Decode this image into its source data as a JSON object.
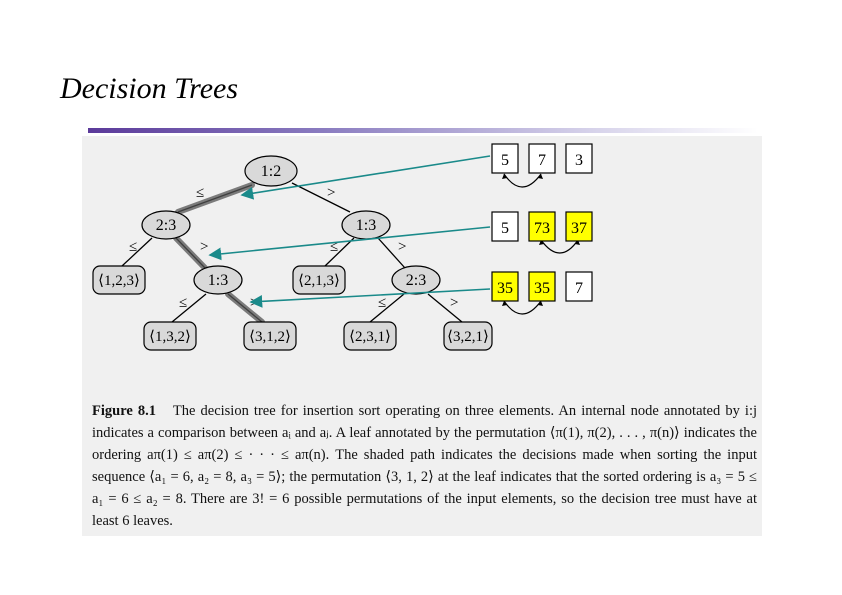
{
  "slide": {
    "title": "Decision Trees"
  },
  "tree": {
    "nodes": [
      {
        "id": "root",
        "label": "1:2"
      },
      {
        "id": "n23a",
        "label": "2:3"
      },
      {
        "id": "n13a",
        "label": "1:3"
      },
      {
        "id": "n13b",
        "label": "1:3"
      },
      {
        "id": "n23b",
        "label": "2:3"
      }
    ],
    "leaves": [
      "⟨1,2,3⟩",
      "⟨2,1,3⟩",
      "⟨1,3,2⟩",
      "⟨3,1,2⟩",
      "⟨2,3,1⟩",
      "⟨3,2,1⟩"
    ],
    "edge_labels": {
      "le": "≤",
      "gt": ">"
    }
  },
  "arrays": [
    {
      "cells": [
        "5",
        "7",
        "3"
      ],
      "highlighted": [
        false,
        false,
        false
      ]
    },
    {
      "cells": [
        "5",
        "73",
        "37"
      ],
      "highlighted": [
        false,
        true,
        true
      ]
    },
    {
      "cells": [
        "35",
        "35",
        "7"
      ],
      "highlighted": [
        true,
        true,
        false
      ]
    }
  ],
  "colors": {
    "highlight": "#ffff00",
    "arrow": "#1a8a8a",
    "node_fill": "#d9d9d9"
  },
  "caption": {
    "label": "Figure 8.1",
    "text": "The decision tree for insertion sort operating on three elements. An internal node annotated by i:j indicates a comparison between aᵢ and aⱼ. A leaf annotated by the permutation ⟨π(1), π(2), . . . , π(n)⟩ indicates the ordering aπ(1) ≤ aπ(2) ≤ · · · ≤ aπ(n). The shaded path indicates the decisions made when sorting the input sequence ⟨a₁ = 6, a₂ = 8, a₃ = 5⟩; the permutation ⟨3, 1, 2⟩ at the leaf indicates that the sorted ordering is a₃ = 5 ≤ a₁ = 6 ≤ a₂ = 8. There are 3! = 6 possible permutations of the input elements, so the decision tree must have at least 6 leaves."
  }
}
